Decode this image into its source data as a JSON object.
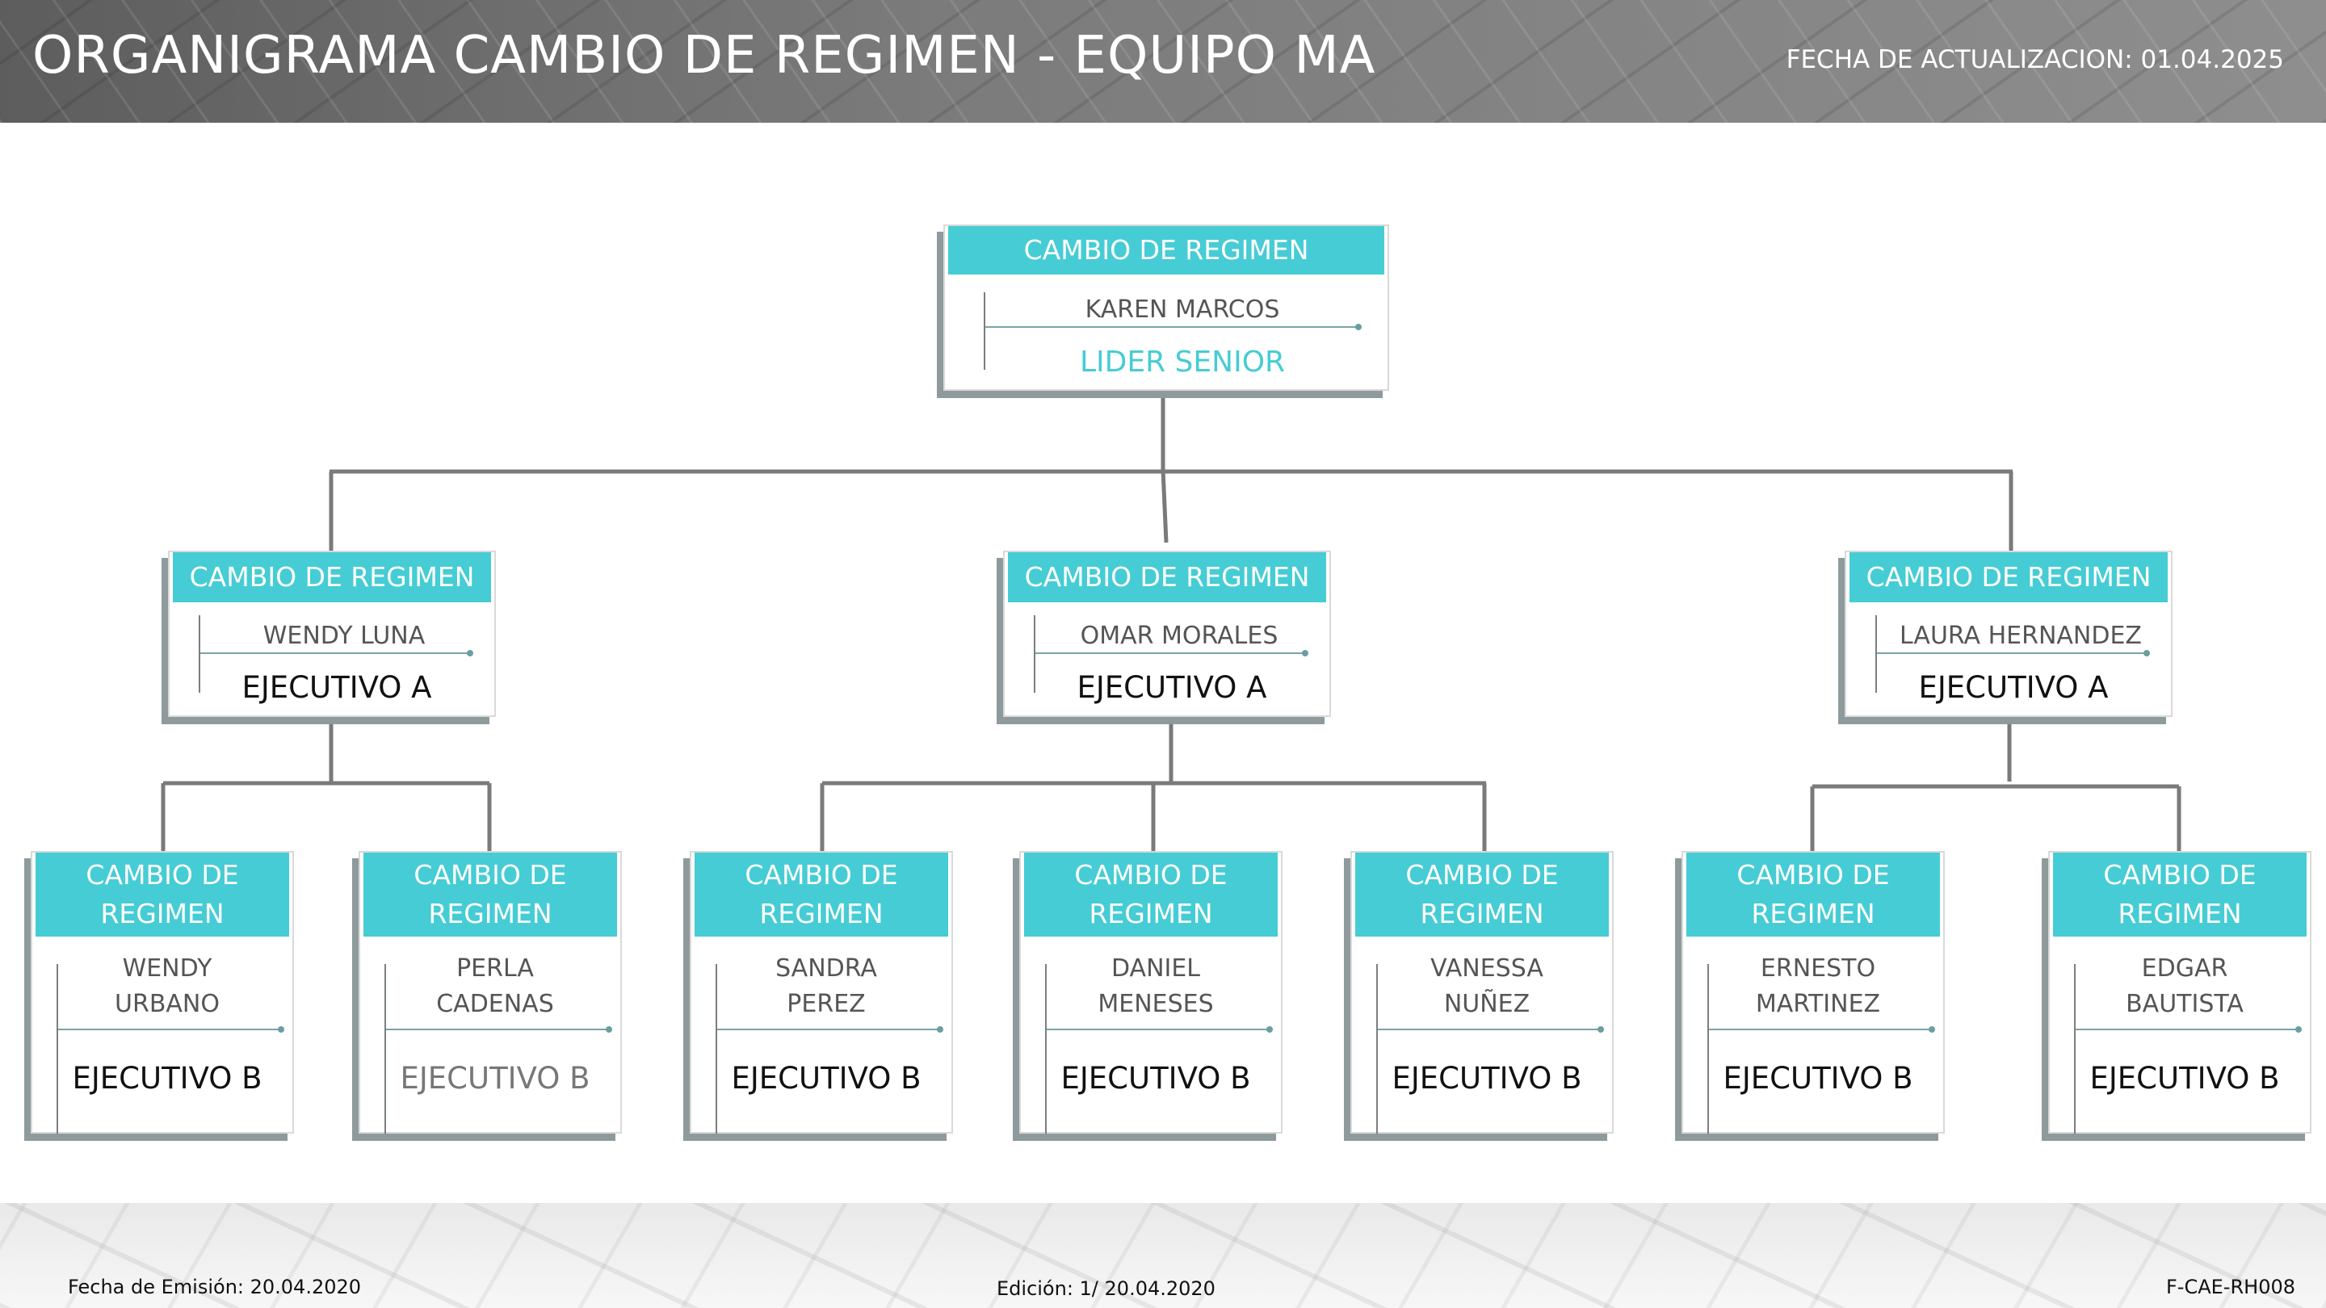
{
  "header": {
    "title": "ORGANIGRAMA CAMBIO DE REGIMEN -  EQUIPO MA",
    "update_date": "FECHA DE ACTUALIZACION:  01.04.2025"
  },
  "footer": {
    "emission": "Fecha de Emisión: 20.04.2020",
    "edition": "Edición: 1/ 20.04.2020",
    "code": "F-CAE-RH008"
  },
  "colors": {
    "accent": "#46ccd4",
    "connector": "#7a7a7a",
    "header_bg": "#707070"
  },
  "org": {
    "top": {
      "dept": "CAMBIO DE REGIMEN",
      "name": "KAREN MARCOS",
      "role": "LIDER SENIOR"
    },
    "leads": [
      {
        "dept": "CAMBIO DE REGIMEN",
        "name": "WENDY LUNA",
        "role": "EJECUTIVO A"
      },
      {
        "dept": "CAMBIO DE REGIMEN",
        "name": "OMAR MORALES",
        "role": "EJECUTIVO A"
      },
      {
        "dept": "CAMBIO DE REGIMEN",
        "name": "LAURA HERNANDEZ",
        "role": "EJECUTIVO A"
      }
    ],
    "members": [
      {
        "dept": "CAMBIO DE\nREGIMEN",
        "name": "WENDY\nURBANO",
        "role": "EJECUTIVO B"
      },
      {
        "dept": "CAMBIO DE\nREGIMEN",
        "name": "PERLA\nCADENAS",
        "role": "EJECUTIVO B"
      },
      {
        "dept": "CAMBIO DE\nREGIMEN",
        "name": "SANDRA\nPEREZ",
        "role": "EJECUTIVO B"
      },
      {
        "dept": "CAMBIO DE\nREGIMEN",
        "name": "DANIEL\nMENESES",
        "role": "EJECUTIVO B"
      },
      {
        "dept": "CAMBIO DE\nREGIMEN",
        "name": "VANESSA\nNUÑEZ",
        "role": "EJECUTIVO B"
      },
      {
        "dept": "CAMBIO DE\nREGIMEN",
        "name": "ERNESTO\nMARTINEZ",
        "role": "EJECUTIVO B"
      },
      {
        "dept": "CAMBIO DE\nREGIMEN",
        "name": "EDGAR\nBAUTISTA",
        "role": "EJECUTIVO B"
      }
    ]
  }
}
